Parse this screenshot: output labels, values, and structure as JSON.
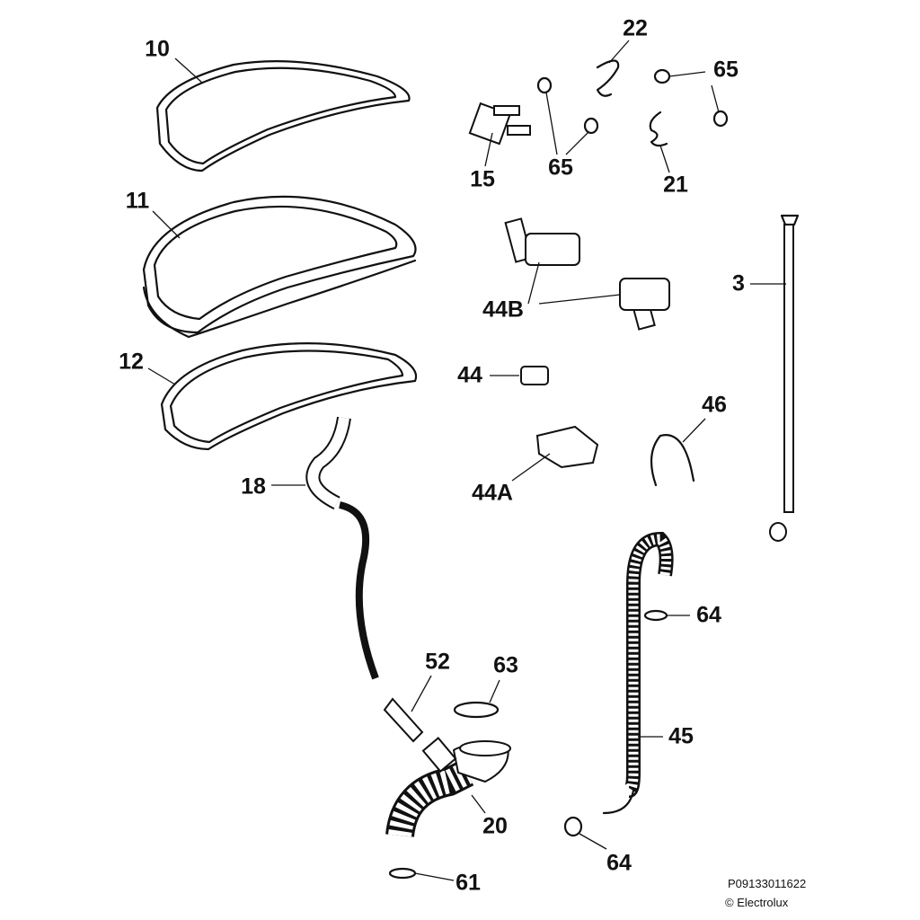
{
  "callouts": [
    "10",
    "22",
    "65",
    "65",
    "15",
    "21",
    "11",
    "3",
    "44B",
    "12",
    "44",
    "46",
    "44A",
    "18",
    "64",
    "52",
    "63",
    "45",
    "20",
    "64",
    "61"
  ],
  "footer": {
    "code": "P09133011622",
    "copyright": "© Electrolux"
  },
  "colors": {
    "line": "#111111",
    "background": "#ffffff"
  }
}
